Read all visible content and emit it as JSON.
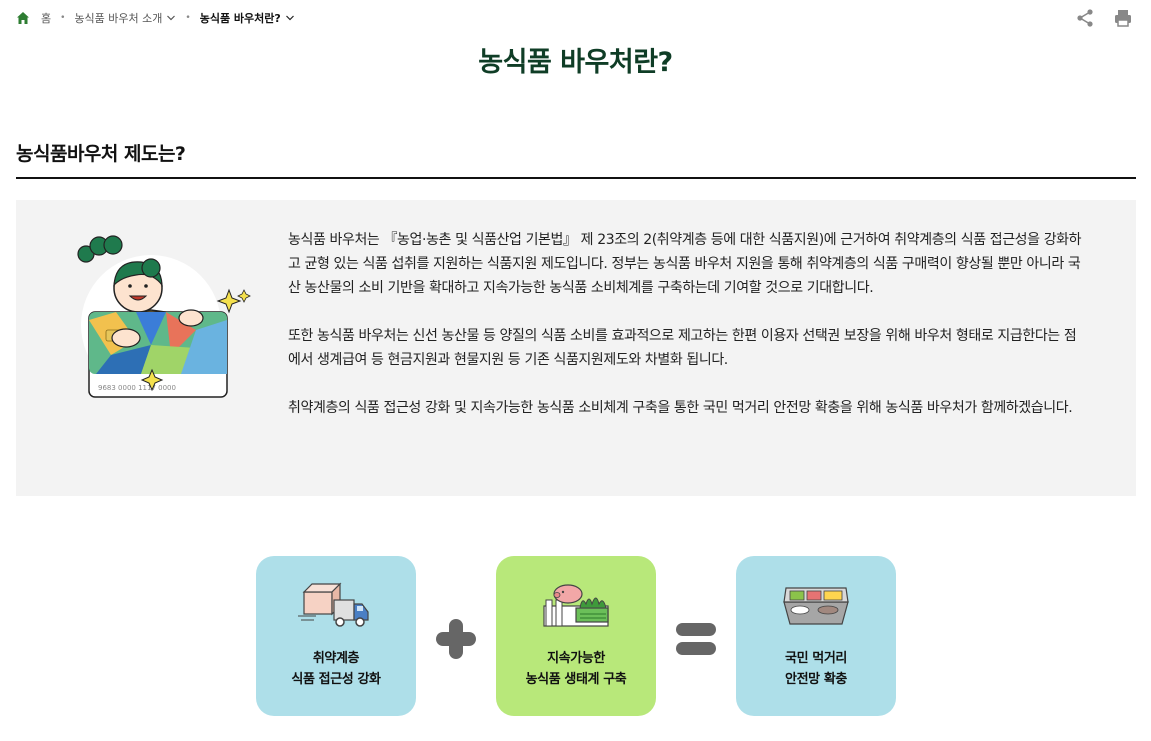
{
  "breadcrumb": {
    "home": "홈",
    "level1": "농식품 바우처 소개",
    "current": "농식품 바우처란?"
  },
  "tools": {
    "share_icon": "share-icon",
    "print_icon": "print-icon"
  },
  "page_title": "농식품 바우처란?",
  "section_title": "농식품바우처 제도는?",
  "illustration": {
    "card_caption": "9683 0000 1117 0000"
  },
  "info": {
    "paragraph1": "농식품 바우처는 『농업·농촌 및 식품산업 기본법』 제 23조의 2(취약계층 등에 대한 식품지원)에 근거하여 취약계층의 식품 접근성을 강화하고 균형 있는 식품 섭취를 지원하는 식품지원 제도입니다. 정부는 농식품 바우처 지원을 통해 취약계층의 식품 구매력이 향상될 뿐만 아니라 국산 농산물의 소비 기반을 확대하고 지속가능한 농식품 소비체계를 구축하는데 기여할 것으로 기대합니다.",
    "paragraph2": "또한 농식품 바우처는 신선 농산물 등 양질의 식품 소비를 효과적으로 제고하는 한편 이용자 선택권 보장을 위해 바우처 형태로 지급한다는 점에서 생계급여 등 현금지원과 현물지원 등 기존 식품지원제도와 차별화 됩니다.",
    "paragraph3": "취약계층의 식품 접근성 강화 및 지속가능한 농식품 소비체계 구축을 통한 국민 먹거리 안전망 확충을 위해 농식품 바우처가 함께하겠습니다."
  },
  "cards": [
    {
      "line1": "취약계층",
      "line2": "식품 접근성 강화",
      "icon": "delivery-truck-icon"
    },
    {
      "line1": "지속가능한",
      "line2": "농식품 생태계 구축",
      "icon": "farm-icon"
    },
    {
      "line1": "국민 먹거리",
      "line2": "안전망 확충",
      "icon": "meal-tray-icon"
    }
  ],
  "colors": {
    "title_green": "#0f3d26",
    "card_blue": "#aedfe9",
    "card_green": "#b8e87a",
    "box_gray": "#f3f3f3"
  }
}
